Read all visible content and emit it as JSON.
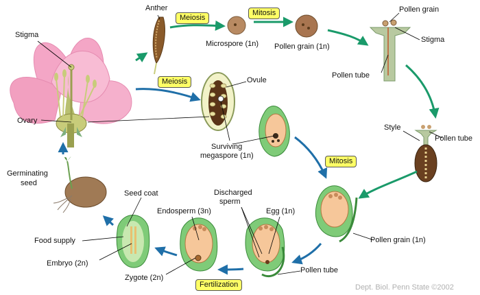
{
  "stages": {
    "meiosis_anther": "Meiosis",
    "mitosis_top": "Mitosis",
    "meiosis_ovule": "Meiosis",
    "mitosis_right": "Mitosis",
    "fertilization": "Fertilization"
  },
  "labels": {
    "anther": "Anther",
    "stigma_flower": "Stigma",
    "ovary": "Ovary",
    "microspore": "Microspore (1n)",
    "pollen_grain_top": "Pollen grain (1n)",
    "pollen_grain_stigma": "Pollen grain",
    "stigma_right": "Stigma",
    "pollen_tube_top": "Pollen tube",
    "ovule": "Ovule",
    "surviving_megaspore_1": "Surviving",
    "surviving_megaspore_2": "megaspore (1n)",
    "style": "Style",
    "pollen_tube_style": "Pollen tube",
    "pollen_grain_right": "Pollen grain (1n)",
    "pollen_tube_bottom": "Pollen tube",
    "egg": "Egg (1n)",
    "discharged_sperm_1": "Discharged",
    "discharged_sperm_2": "sperm",
    "endosperm": "Endosperm (3n)",
    "zygote": "Zygote (2n)",
    "seed_coat": "Seed coat",
    "food_supply": "Food supply",
    "embryo": "Embryo (2n)",
    "germinating_seed_1": "Germinating",
    "germinating_seed_2": "seed"
  },
  "credit": "Dept. Biol. Penn State ©2002",
  "colors": {
    "green_arrow": "#1a9a6a",
    "blue_arrow": "#1f6fa8",
    "petal": "#f4a6c6",
    "ovule_green": "#8fd18a",
    "embryo_sac": "#f6c79a",
    "seed_brown": "#a07a55",
    "badge": "#ffff66"
  }
}
